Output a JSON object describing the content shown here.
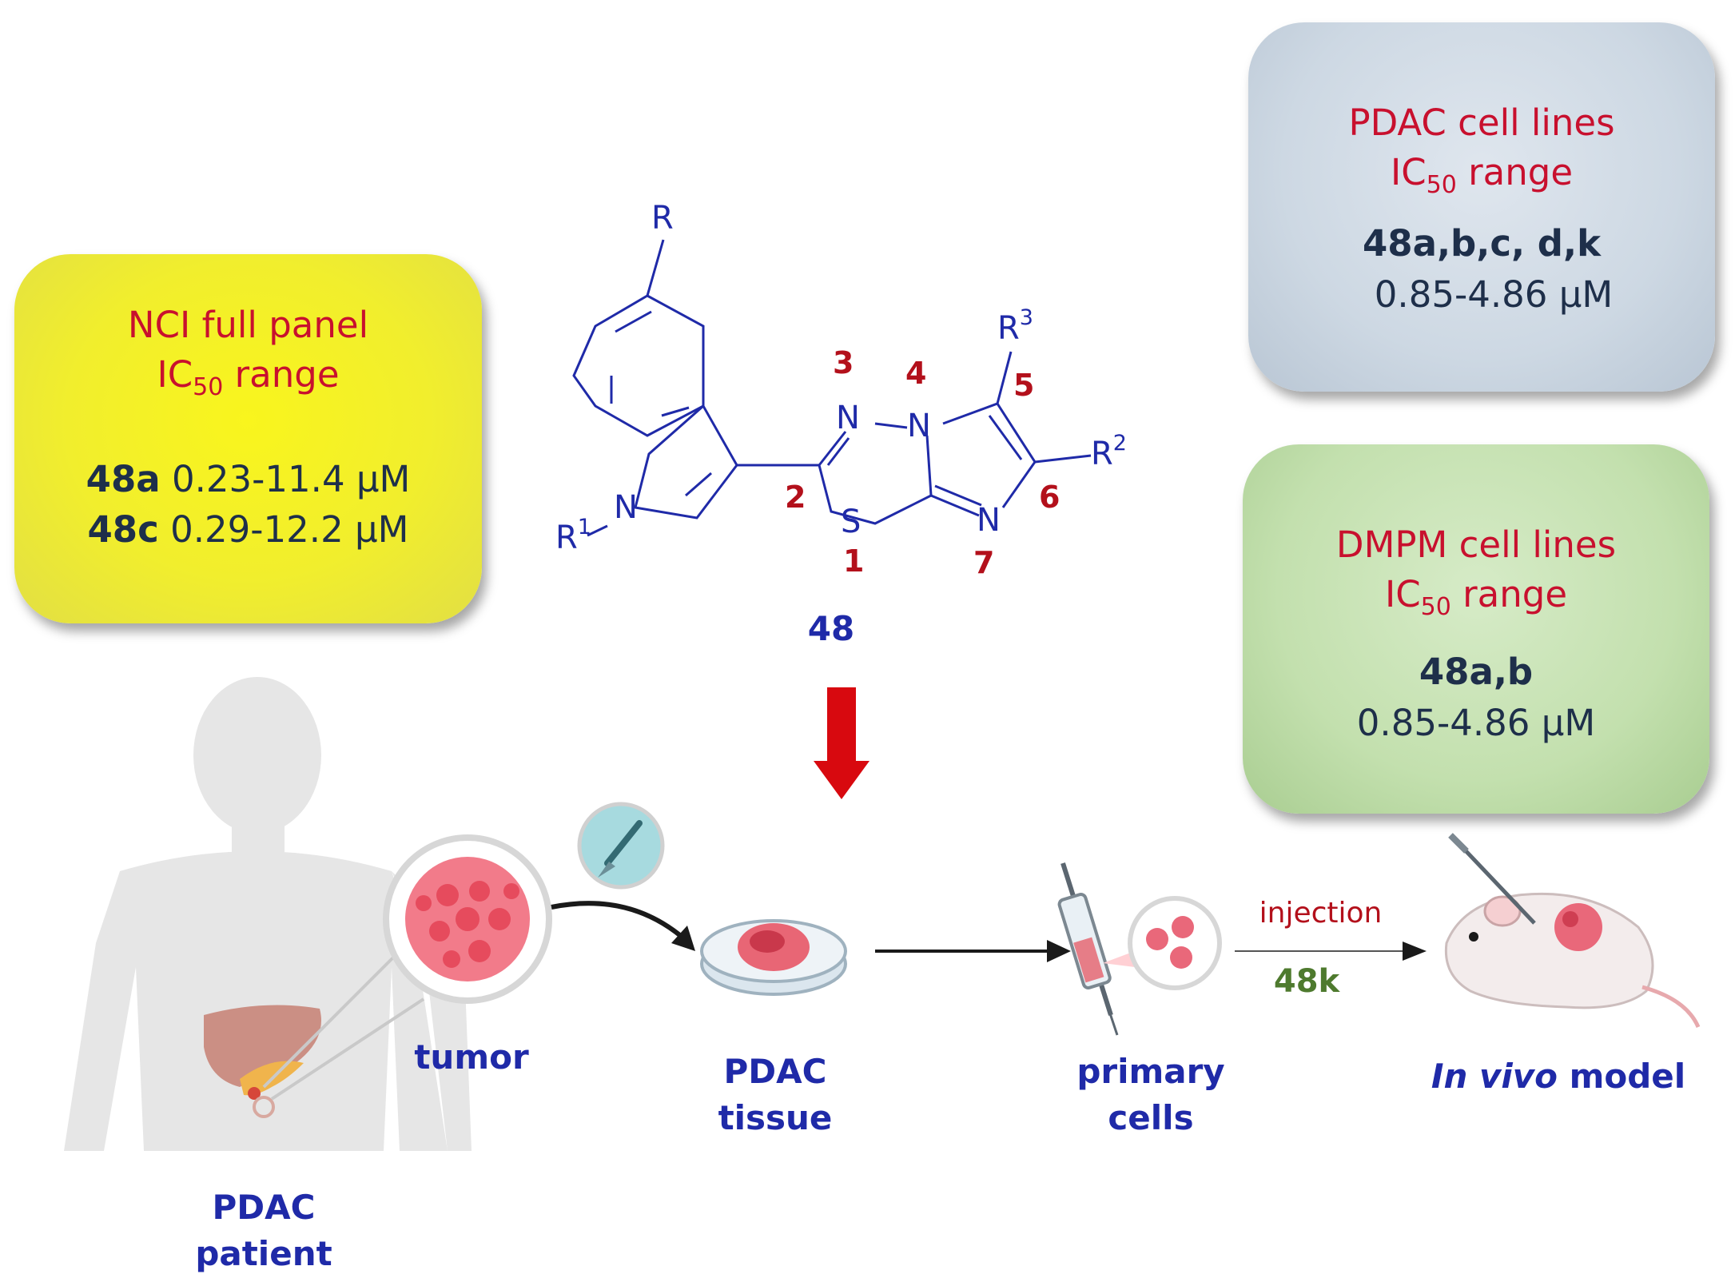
{
  "nci_box": {
    "title_line1": "NCI full panel",
    "title_ic": "IC",
    "title_sub": "50",
    "title_range": " range",
    "row1_compound": "48a",
    "row1_value": " 0.23-11.4 μM",
    "row2_compound": "48c",
    "row2_value": " 0.29-12.2 μM"
  },
  "pdac_box": {
    "title_line1": "PDAC cell lines",
    "title_ic": "IC",
    "title_sub": "50",
    "title_range": " range",
    "compounds": "48a,b,c, d,k",
    "value": "0.85-4.86 μM"
  },
  "dmpm_box": {
    "title_line1": "DMPM  cell lines",
    "title_ic": "IC",
    "title_sub": "50",
    "title_range": " range",
    "compounds": "48a,b",
    "value": "0.85-4.86 μM"
  },
  "structure": {
    "compound_label": "48",
    "atoms": {
      "R": "R",
      "R1": "R",
      "R1_sup": "1",
      "R2": "R",
      "R2_sup": "2",
      "R3": "R",
      "R3_sup": "3",
      "N_indole": "N",
      "N3": "N",
      "N4": "N",
      "N7": "N",
      "S": "S"
    },
    "ring_numbers": [
      "1",
      "2",
      "3",
      "4",
      "5",
      "6",
      "7"
    ]
  },
  "workflow": {
    "patient_label_1": "PDAC",
    "patient_label_2": "patient",
    "tumor_label": "tumor",
    "tissue_label_1": "PDAC",
    "tissue_label_2": "tissue",
    "cells_label_1": "primary",
    "cells_label_2": "cells",
    "injection_label": "injection",
    "injected_compound": "48k",
    "model_label_italic": "In vivo",
    "model_label_rest": " model"
  },
  "colors": {
    "title_red": "#c8102e",
    "label_blue": "#1f2aa8",
    "ring_number_red": "#b3101b",
    "arrow_red": "#d8090f",
    "compound_green": "#4e7a2e"
  }
}
